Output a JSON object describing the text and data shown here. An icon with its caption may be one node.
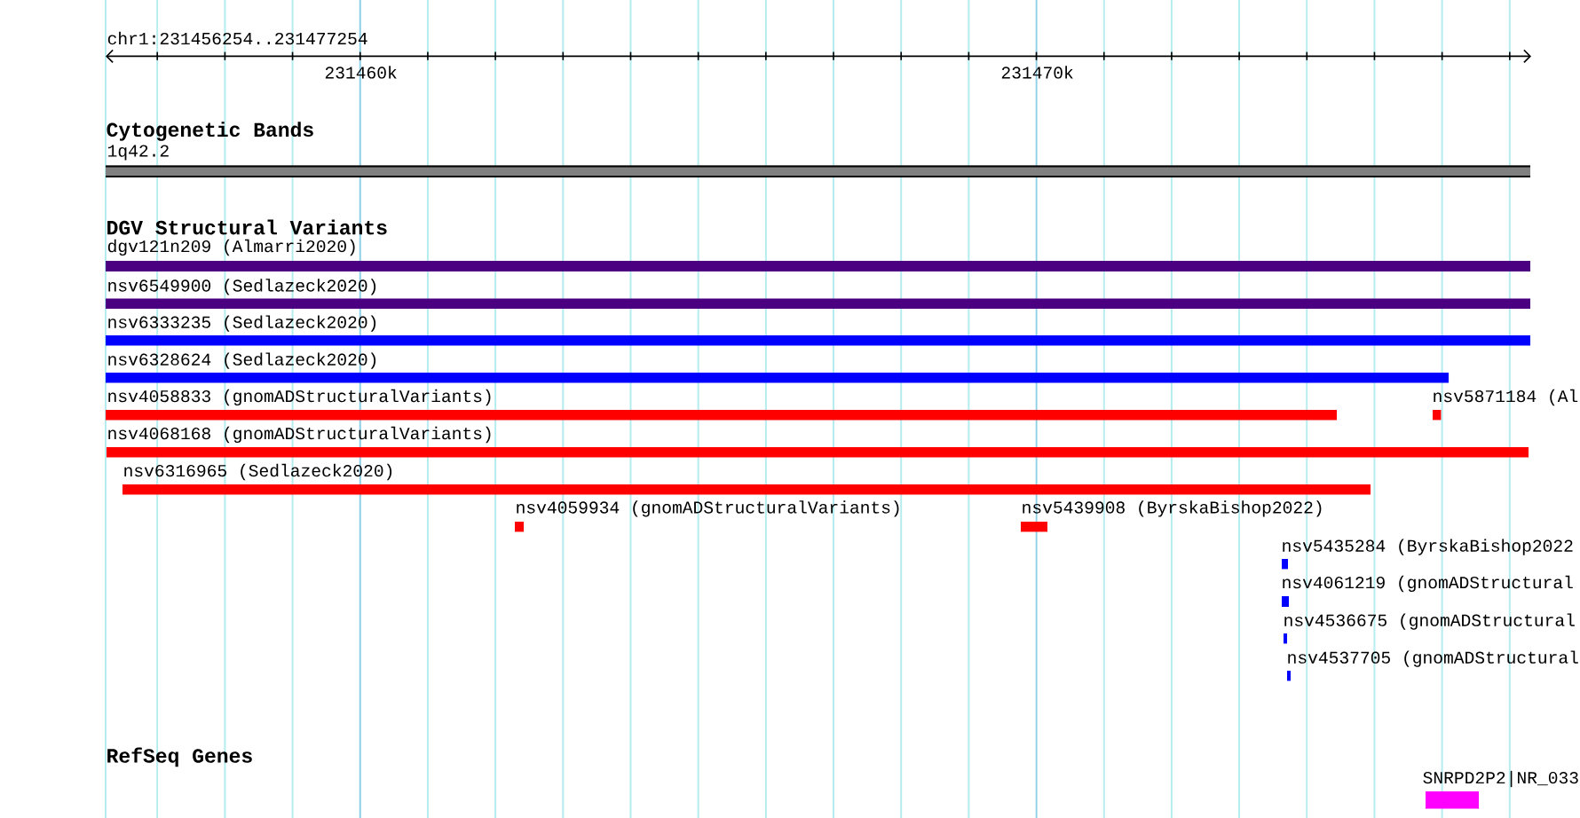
{
  "diagram": {
    "nodes": [
      {
        "text": [
          "1q42.2"
        ]
      },
      {
        "text": [
          "dgv121n209 (Almarri2020)"
        ]
      },
      {
        "text": [
          "nsv6549900 (Sedlazeck2020)"
        ]
      },
      {
        "text": [
          "nsv6333235 (Sedlazeck2020)"
        ]
      },
      {
        "text": [
          "nsv6328624 (Sedlazeck2020)"
        ]
      },
      {
        "text": [
          "nsv4058833 (gnomADStructuralVariants)"
        ]
      },
      {
        "text": [
          "nsv5871184 (Al"
        ]
      },
      {
        "text": [
          "nsv4068168 (gnomADStructuralVariants)"
        ]
      },
      {
        "text": [
          "nsv6316965 (Sedlazeck2020)"
        ]
      },
      {
        "text": [
          "nsv4059934 (gnomADStructuralVariants)"
        ]
      },
      {
        "text": [
          "nsv5439908 (ByrskaBishop2022)"
        ]
      },
      {
        "text": [
          "nsv5435284 (ByrskaBishop2022"
        ]
      },
      {
        "text": [
          "nsv4061219 (gnomADStructural"
        ]
      },
      {
        "text": [
          "nsv4536675 (gnomADStructural"
        ]
      },
      {
        "text": [
          "nsv4537705 (gnomADStructural"
        ]
      },
      {
        "text": [
          "SNRPD2P2|NR_033"
        ]
      }
    ],
    "labels": [
      "chr1:231456254..231477254",
      "231460k",
      "231470k",
      "Cytogenetic Bands",
      "DGV Structural Variants",
      "RefSeq Genes"
    ]
  }
}
